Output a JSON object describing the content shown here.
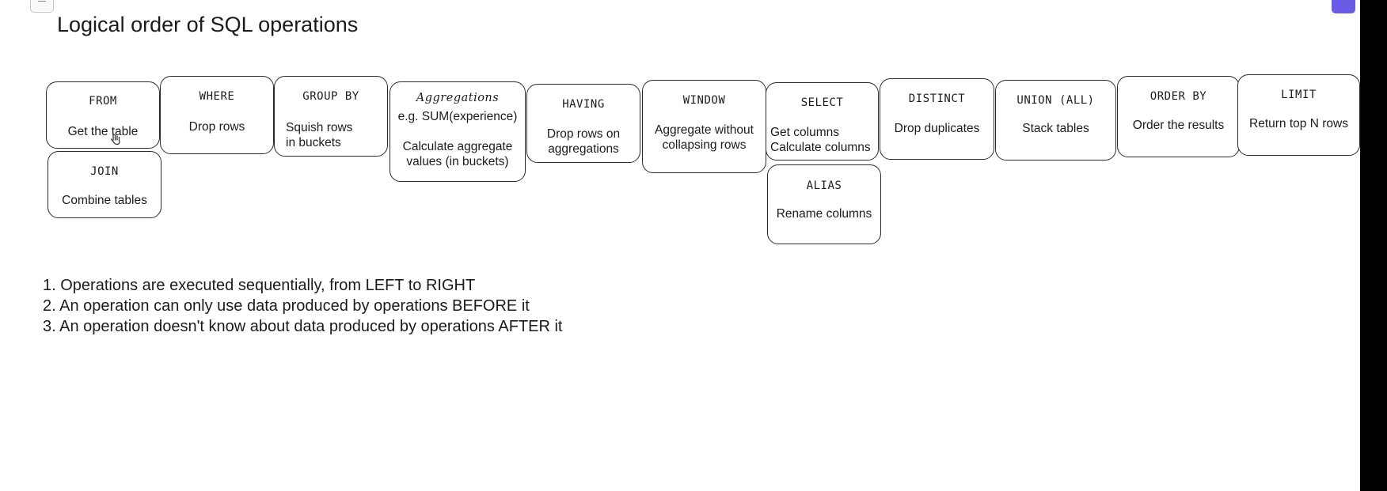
{
  "page": {
    "title": "Logical order of SQL operations"
  },
  "operations": {
    "from": {
      "title": "FROM",
      "desc": "Get the table"
    },
    "join": {
      "title": "JOIN",
      "desc": "Combine tables"
    },
    "where": {
      "title": "WHERE",
      "desc": "Drop rows"
    },
    "group_by": {
      "title": "GROUP BY",
      "desc": "Squish rows\nin buckets"
    },
    "aggregations": {
      "title": "Aggregations",
      "desc": "e.g. SUM(experience)\n\nCalculate aggregate\nvalues (in buckets)"
    },
    "having": {
      "title": "HAVING",
      "desc": "Drop rows on\naggregations"
    },
    "window": {
      "title": "WINDOW",
      "desc": "Aggregate without\ncollapsing rows"
    },
    "select": {
      "title": "SELECT",
      "desc": "Get columns\nCalculate columns"
    },
    "alias": {
      "title": "ALIAS",
      "desc": "Rename columns"
    },
    "distinct": {
      "title": "DISTINCT",
      "desc": "Drop duplicates"
    },
    "union_all": {
      "title": "UNION (ALL)",
      "desc": "Stack tables"
    },
    "order_by": {
      "title": "ORDER BY",
      "desc": "Order the results"
    },
    "limit": {
      "title": "LIMIT",
      "desc": "Return top N rows"
    }
  },
  "rules": [
    "1. Operations are executed sequentially, from LEFT to RIGHT",
    "2. An operation can only use data produced by operations BEFORE it",
    "3. An operation doesn't know about data produced by operations AFTER it"
  ],
  "colors": {
    "background": "#ffffff",
    "stroke": "#2b2b2b",
    "accent": "#6b5ce7"
  },
  "icons": {
    "cursor": "hand-pointer-icon",
    "menu": "menu-icon"
  }
}
